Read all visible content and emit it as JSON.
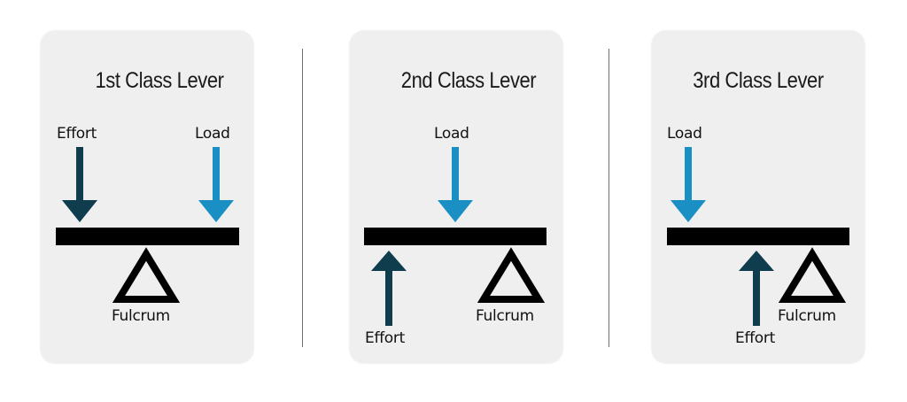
{
  "colors": {
    "card_bg": "#efefef",
    "effort_arrow": "#0f3d4e",
    "load_arrow": "#1a8fc4",
    "beam": "#000000",
    "divider": "#6e6e6e"
  },
  "panels": [
    {
      "title": "1st Class Lever",
      "effort_label": "Effort",
      "load_label": "Load",
      "fulcrum_label": "Fulcrum"
    },
    {
      "title": "2nd Class Lever",
      "effort_label": "Effort",
      "load_label": "Load",
      "fulcrum_label": "Fulcrum"
    },
    {
      "title": "3rd Class Lever",
      "effort_label": "Effort",
      "load_label": "Load",
      "fulcrum_label": "Fulcrum"
    }
  ]
}
